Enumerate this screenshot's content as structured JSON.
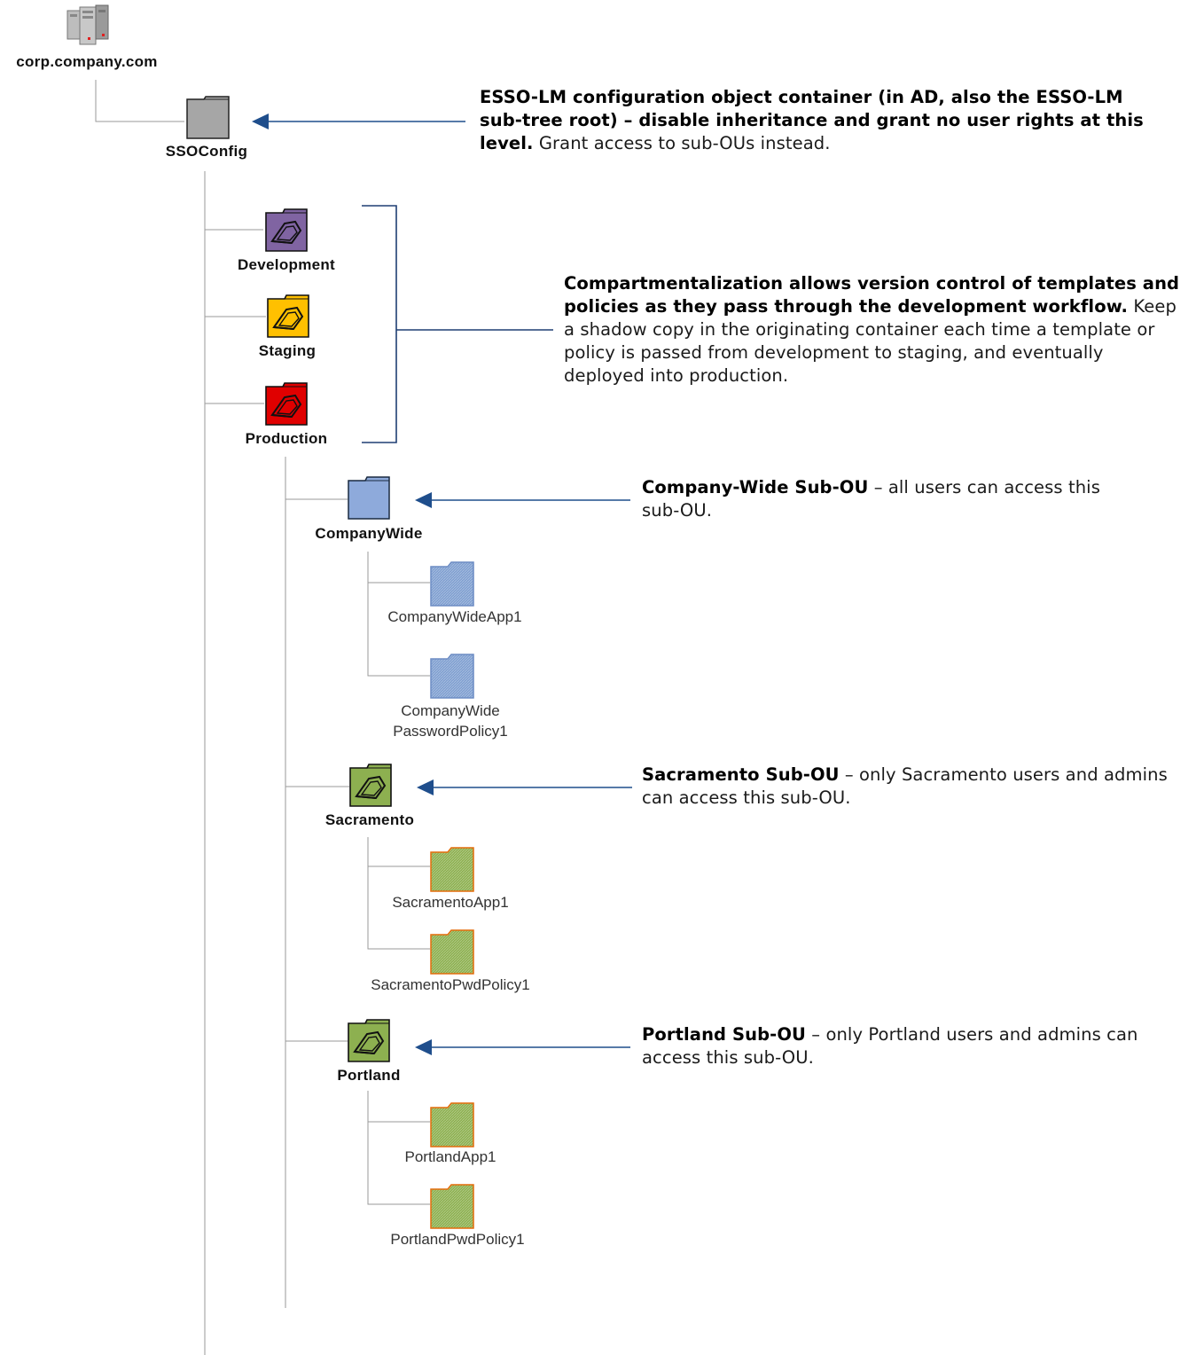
{
  "domain_root": {
    "label": "corp.company.com",
    "icon": "server-icon"
  },
  "root_container": {
    "label": "SSOConfig",
    "icon": "gray-folder-icon",
    "color": "#a6a6a6"
  },
  "workflow_containers": [
    {
      "label": "Development",
      "color": "#8064a2"
    },
    {
      "label": "Staging",
      "color": "#ffc000"
    },
    {
      "label": "Production",
      "color": "#e00000"
    }
  ],
  "sub_ous": [
    {
      "label": "CompanyWide",
      "color": "#8eaadb",
      "children": [
        "CompanyWideApp1",
        "CompanyWide\nPasswordPolicy1"
      ]
    },
    {
      "label": "Sacramento",
      "color": "#8db050",
      "children": [
        "SacramentoApp1",
        "SacramentoPwdPolicy1"
      ]
    },
    {
      "label": "Portland",
      "color": "#8db050",
      "children": [
        "PortlandApp1",
        "PortlandPwdPolicy1"
      ]
    }
  ],
  "child_colors": {
    "companywide": "#7f9fd0",
    "green": "#8db050",
    "green_border": "#e46c0a"
  },
  "annotations": {
    "ssoconfig": {
      "bold": "ESSO-LM configuration object container (in AD, also the ESSO-LM sub-tree root) – disable inheritance and grant no user rights at this level.",
      "normal": " Grant access to sub-OUs instead."
    },
    "workflow": {
      "bold": "Compartmentalization allows version control of templates and policies as they pass through the development workflow.",
      "normal": " Keep a shadow copy in the originating container each time a template or policy is passed from development to staging, and eventually deployed into production."
    },
    "companywide": {
      "bold": "Company-Wide Sub-OU",
      "normal": " – all users can access this sub-OU."
    },
    "sacramento": {
      "bold": "Sacramento Sub-OU",
      "normal": " – only Sacramento users and admins can access this sub-OU."
    },
    "portland": {
      "bold": "Portland Sub-OU",
      "normal": " – only Portland users and admins can access this sub-OU."
    }
  },
  "colors": {
    "connector": "#9a9a9a",
    "arrow": "#1f4e8c",
    "bracket": "#1f3f73"
  }
}
